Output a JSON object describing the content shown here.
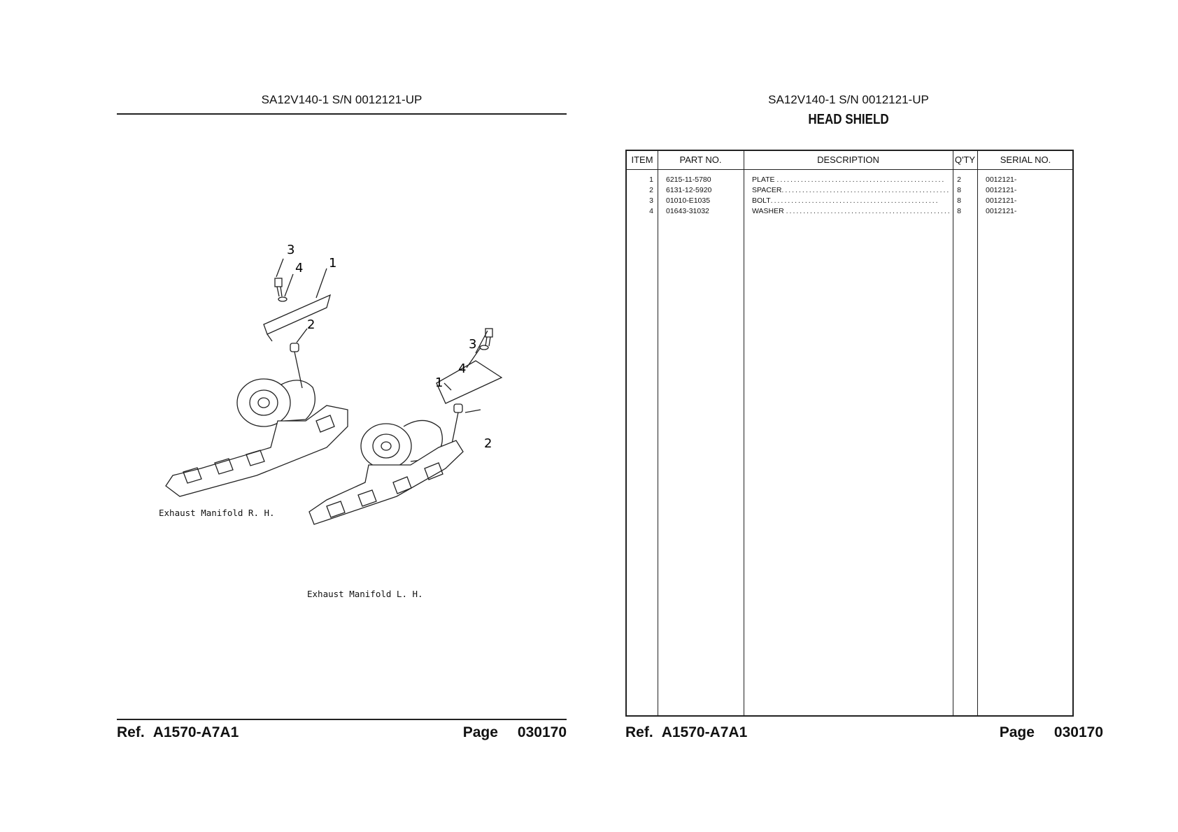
{
  "left_page": {
    "model": "SA12V140-1 S/N 0012121-UP",
    "footer": {
      "ref_label": "Ref.",
      "ref_code": "A1570-A7A1",
      "page_label": "Page",
      "page_number": "030170"
    },
    "drawing": {
      "captions": [
        "Exhaust Manifold R. H.",
        "Exhaust Manifold L. H."
      ],
      "callouts_rh": [
        "3",
        "4",
        "1",
        "2"
      ],
      "callouts_lh": [
        "3",
        "4",
        "1",
        "2"
      ]
    }
  },
  "right_page": {
    "model": "SA12V140-1 S/N 0012121-UP",
    "title": "HEAD SHIELD",
    "table": {
      "headers": {
        "item": "ITEM",
        "part_no": "PART NO.",
        "description": "DESCRIPTION",
        "qty": "Q'TY",
        "serial": "SERIAL NO."
      },
      "rows": [
        {
          "item": "1",
          "part_no": "6215-11-5780",
          "description": "PLATE",
          "qty": "2",
          "serial": "0012121-"
        },
        {
          "item": "2",
          "part_no": "6131-12-5920",
          "description": "SPACER",
          "qty": "8",
          "serial": "0012121-"
        },
        {
          "item": "3",
          "part_no": "01010-E1035",
          "description": "BOLT",
          "qty": "8",
          "serial": "0012121-"
        },
        {
          "item": "4",
          "part_no": "01643-31032",
          "description": "WASHER",
          "qty": "8",
          "serial": "0012121-"
        }
      ]
    },
    "footer": {
      "ref_label": "Ref.",
      "ref_code": "A1570-A7A1",
      "page_label": "Page",
      "page_number": "030170"
    }
  }
}
